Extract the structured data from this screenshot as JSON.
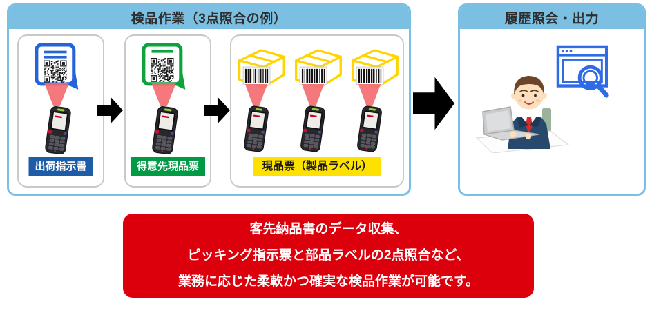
{
  "colors": {
    "panel_blue": "#7BBFE3",
    "arrow_blue": "#85C7EA",
    "card_border": "#C9C9C9",
    "label_blue": "#1E5CA8",
    "label_green": "#009944",
    "label_yellow": "#FFE100",
    "message_red": "#DC000C",
    "doc_blue": "#2563D9",
    "tag_green": "#0BA33E",
    "box_yellow": "#FFD400",
    "beam_red": "#F4696E",
    "browser_blue": "#2F6BE4"
  },
  "left_panel": {
    "title": "検品作業（3点照合の例）",
    "steps": [
      {
        "label": "出荷指示書"
      },
      {
        "label": "得意先現品票"
      },
      {
        "label": "現品票（製品ラベル）"
      }
    ]
  },
  "right_panel": {
    "title": "履歴照会・出力"
  },
  "message_box": {
    "lines": [
      "客先納品書のデータ収集、",
      "ピッキング指示票と部品ラベルの2点照合など、",
      "業務に応じた柔軟かつ確実な検品作業が可能です。"
    ]
  }
}
